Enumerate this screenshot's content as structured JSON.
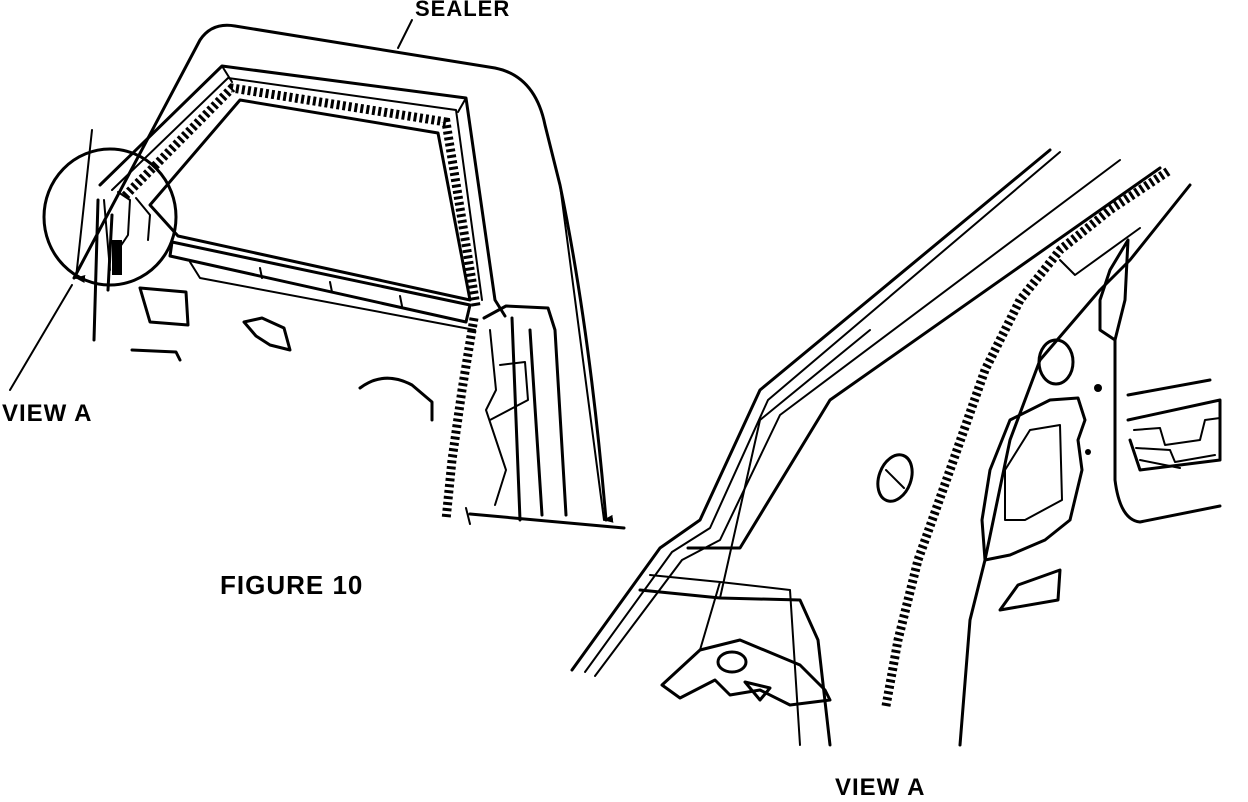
{
  "labels": {
    "sealer": "SEALER",
    "view_a_callout": "VIEW A",
    "figure": "FIGURE 10",
    "view_a_detail": "VIEW A"
  },
  "colors": {
    "ink": "#000000",
    "paper": "#ffffff"
  }
}
